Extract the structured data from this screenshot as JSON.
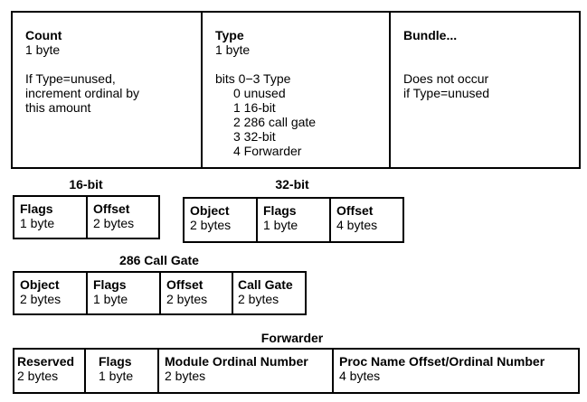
{
  "header_record": {
    "count": {
      "title": "Count",
      "size": "1 byte",
      "note": [
        "If Type=unused,",
        "increment ordinal by",
        "this amount"
      ]
    },
    "type": {
      "title": "Type",
      "size": "1 byte",
      "bits": "bits 0−3 Type",
      "values": [
        "0 unused",
        "1 16-bit",
        "2 286 call gate",
        "3 32-bit",
        "4 Forwarder"
      ]
    },
    "bundle": {
      "title": "Bundle...",
      "note": [
        "Does not occur",
        "if Type=unused"
      ]
    }
  },
  "entries": {
    "bit16": {
      "title": "16-bit",
      "fields": [
        {
          "name": "Flags",
          "size": "1 byte"
        },
        {
          "name": "Offset",
          "size": "2 bytes"
        }
      ]
    },
    "bit32": {
      "title": "32-bit",
      "fields": [
        {
          "name": "Object",
          "size": "2 bytes"
        },
        {
          "name": "Flags",
          "size": "1 byte"
        },
        {
          "name": "Offset",
          "size": "4 bytes"
        }
      ]
    },
    "callgate": {
      "title": "286 Call Gate",
      "fields": [
        {
          "name": "Object",
          "size": "2 bytes"
        },
        {
          "name": "Flags",
          "size": "1 byte"
        },
        {
          "name": "Offset",
          "size": "2 bytes"
        },
        {
          "name": "Call Gate",
          "size": "2 bytes"
        }
      ]
    },
    "forwarder": {
      "title": "Forwarder",
      "fields": [
        {
          "name": "Reserved",
          "size": "2 bytes"
        },
        {
          "name": "Flags",
          "size": "1 byte"
        },
        {
          "name": "Module Ordinal Number",
          "size": "2 bytes"
        },
        {
          "name": "Proc Name Offset/Ordinal Number",
          "size": "4 bytes"
        }
      ]
    }
  }
}
